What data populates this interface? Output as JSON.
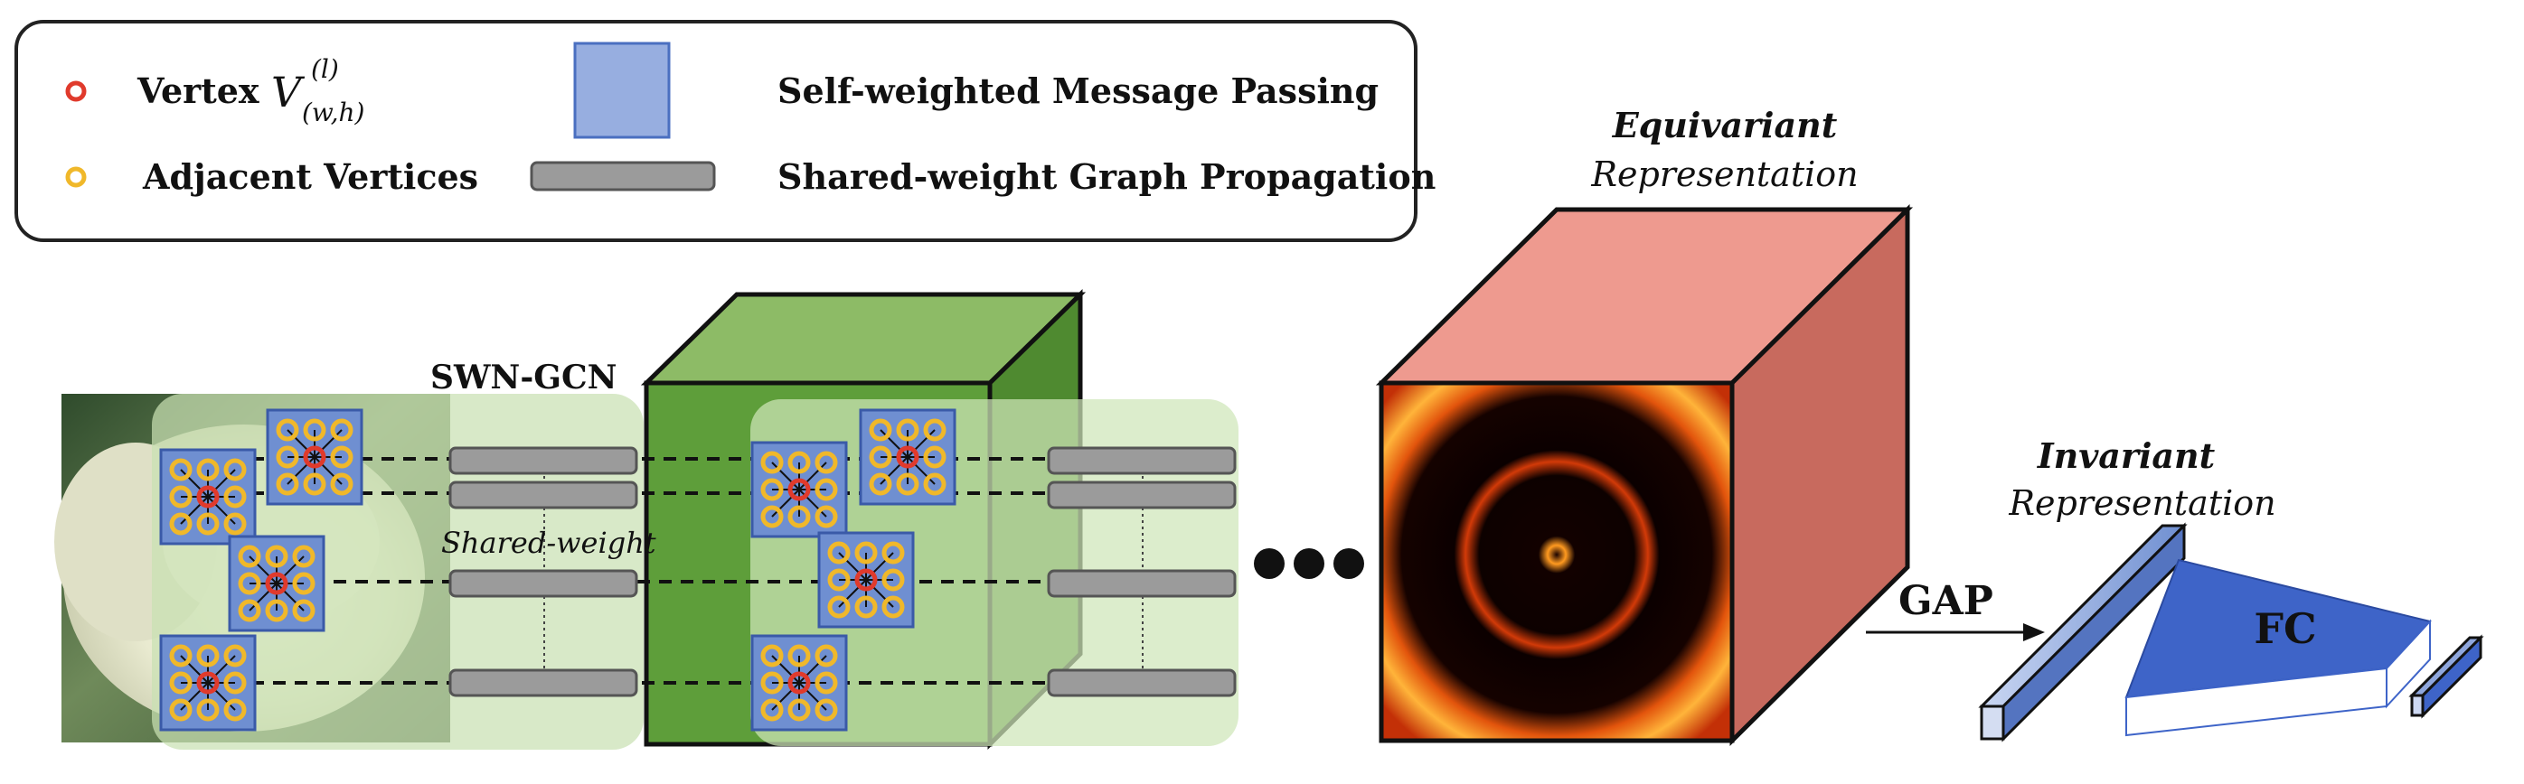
{
  "legend": {
    "vertex_label": "Vertex",
    "vertex_symbol_base": "V",
    "vertex_symbol_sup": "(l)",
    "vertex_symbol_sub": "(w,h)",
    "adjacent_label": "Adjacent Vertices",
    "message_passing_label": "Self-weighted Message Passing",
    "graph_propagation_label": "Shared-weight Graph Propagation"
  },
  "labels": {
    "swn_gcn": "SWN-GCN",
    "shared_weight": "Shared-weight",
    "equivariant_title": "Equivariant",
    "equivariant_sub": "Representation",
    "invariant_title": "Invariant",
    "invariant_sub": "Representation",
    "gap": "GAP",
    "fc": "FC"
  },
  "colors": {
    "vertex_red": "#e03a2c",
    "adjacent_yellow": "#f0b82a",
    "patch_blue": "#6f8fd1",
    "bar_gray": "#9b9b9b",
    "green_cube": "#5e9e3a",
    "red_cube": "#d8756a",
    "fc_blue": "#3e64c8"
  }
}
